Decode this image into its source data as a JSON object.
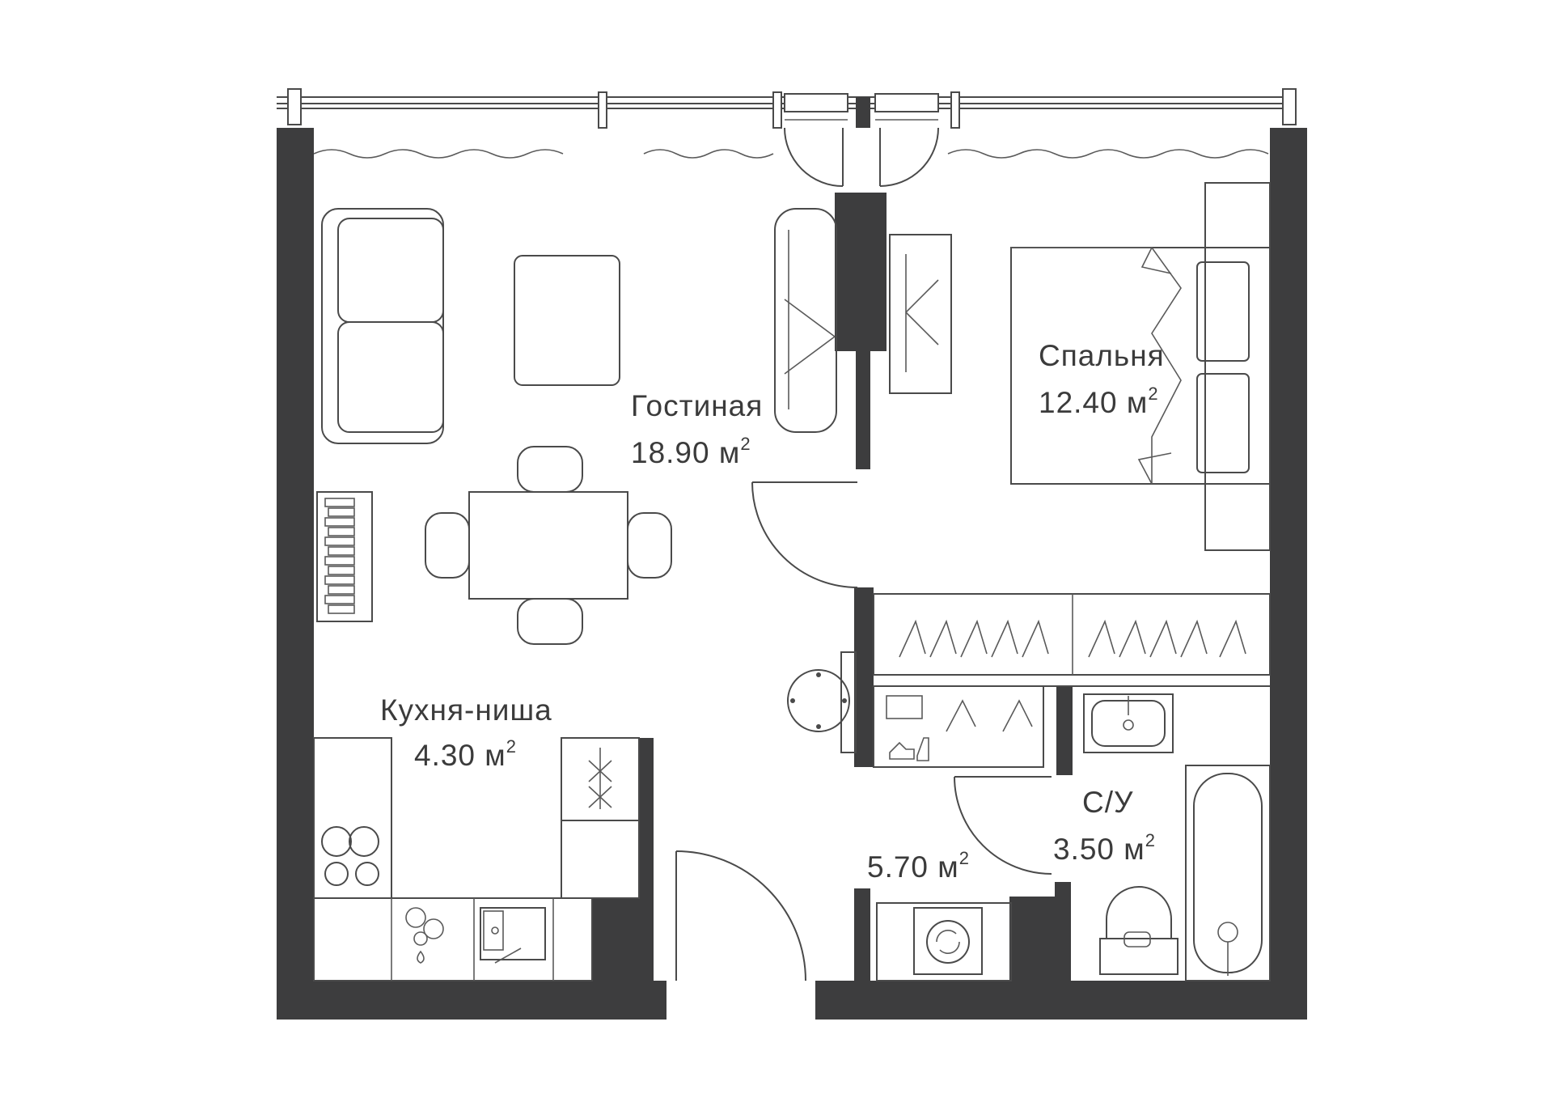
{
  "plan": {
    "wall_color": "#3d3d3e",
    "line_color": "#4a4a4a",
    "background": "#ffffff"
  },
  "rooms": {
    "living": {
      "name": "Гостиная",
      "area": "18.90 м",
      "sup": "2"
    },
    "bedroom": {
      "name": "Спальня",
      "area": "12.40 м",
      "sup": "2"
    },
    "kitchen": {
      "name": "Кухня-ниша",
      "area": "4.30 м",
      "sup": "2"
    },
    "hall": {
      "area": "5.70 м",
      "sup": "2"
    },
    "bathroom": {
      "name": "С/У",
      "area": "3.50 м",
      "sup": "2"
    }
  },
  "icons": [
    "sofa-icon",
    "armchair-icon",
    "coffee-table-icon",
    "dining-table-icon",
    "chair-icon",
    "bookshelf-icon",
    "bed-icon",
    "pillow-icon",
    "nightstand-icon",
    "wardrobe-icon",
    "hanger-icon",
    "stove-icon",
    "sink-icon",
    "dishwasher-icon",
    "washing-machine-icon",
    "toilet-icon",
    "bathtub-icon",
    "round-table-icon",
    "curtain-icon",
    "door-icon",
    "window-icon"
  ]
}
